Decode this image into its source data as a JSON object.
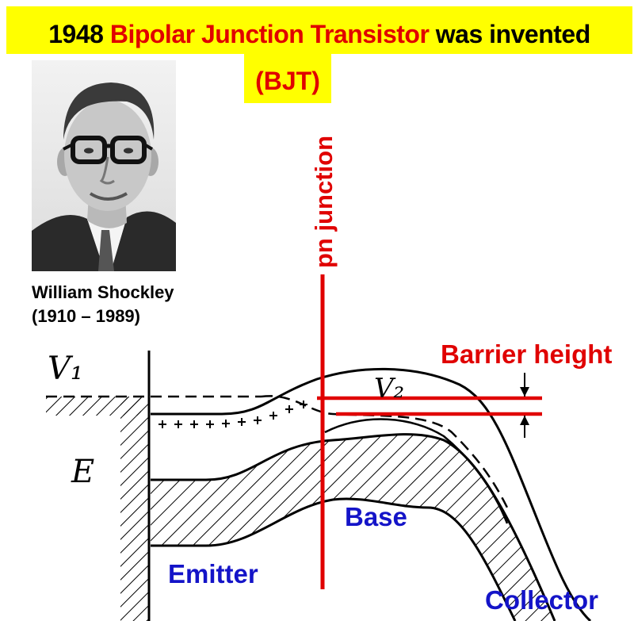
{
  "title": {
    "year": "1948",
    "highlight": "Bipolar Junction Transistor",
    "rest": "was invented",
    "abbreviation": "(BJT)"
  },
  "photo": {
    "caption_name": "William Shockley",
    "caption_years": "(1910 – 1989)"
  },
  "labels": {
    "pn_junction": "pn junction",
    "barrier_height": "Barrier height",
    "base": "Base",
    "emitter": "Emitter",
    "collector": "Collector"
  },
  "handwritten": {
    "v1": "V₁",
    "v2": "V₂",
    "e": "E"
  },
  "colors": {
    "highlight_bg": "#ffff00",
    "red": "#e00000",
    "blue": "#1414c8"
  }
}
